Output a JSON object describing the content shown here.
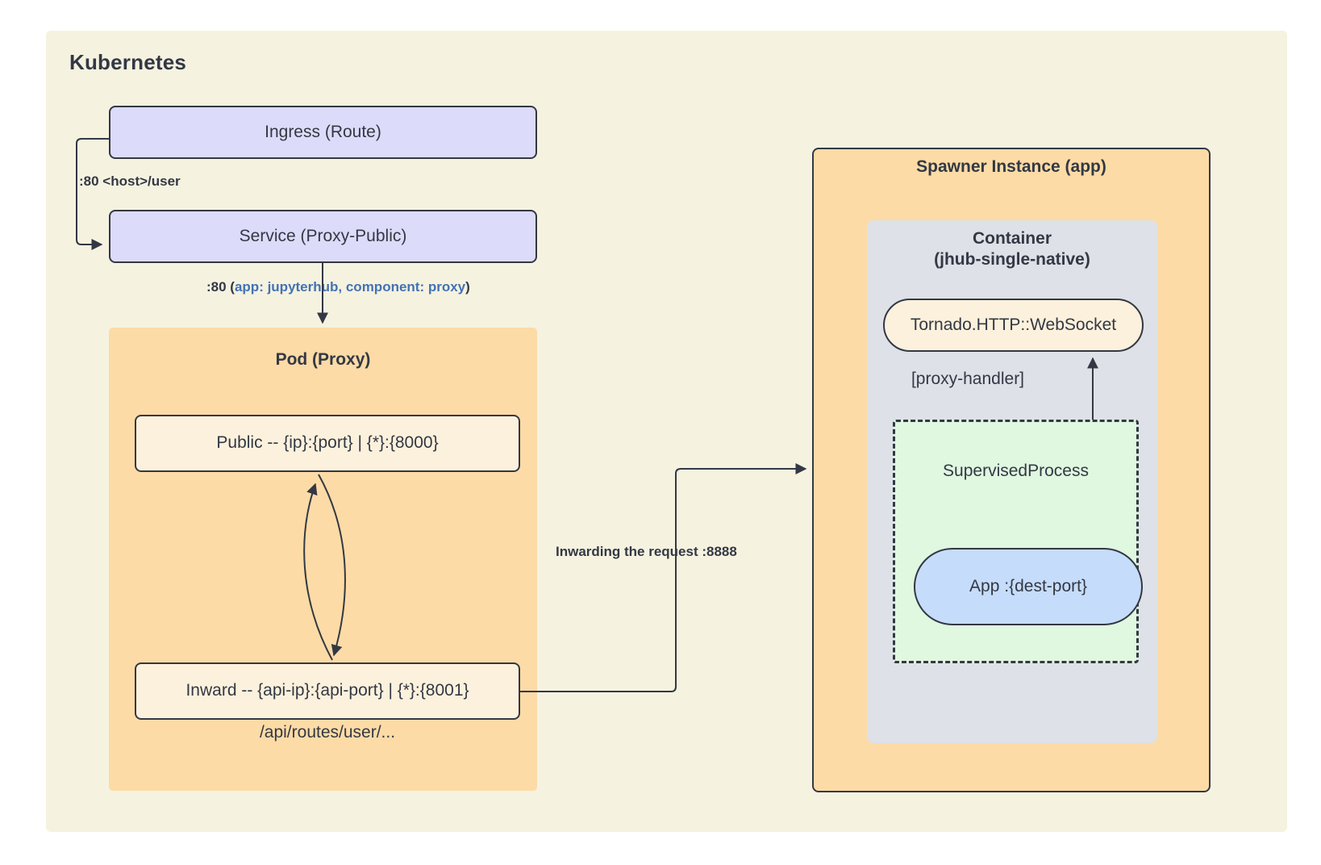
{
  "diagram": {
    "title": "Kubernetes",
    "regions": {
      "kubernetes": {
        "label": "Kubernetes",
        "fill": "#F5F2E0"
      },
      "pod_proxy": {
        "label": "Pod (Proxy)",
        "fill": "#FCDBA6"
      },
      "spawner": {
        "label": "Spawner Instance (app)",
        "fill": "#FCDBA6"
      },
      "container": {
        "label_line1": "Container",
        "label_line2": "(jhub-single-native)",
        "fill": "#DEE1E7"
      },
      "supervised": {
        "label": "SupervisedProcess",
        "fill": "#E0F7E0",
        "border": "dashed"
      }
    },
    "nodes": {
      "ingress": {
        "label": "Ingress (Route)",
        "fill": "#DDDBFA"
      },
      "service": {
        "label": "Service (Proxy-Public)",
        "fill": "#DDDBFA"
      },
      "public": {
        "label": "Public -- {ip}:{port} | {*}:{8000}",
        "fill": "#FCF1DC"
      },
      "inward": {
        "label": "Inward -- {api-ip}:{api-port} | {*}:{8001}",
        "fill": "#FCF1DC"
      },
      "api_routes": {
        "label": "/api/routes/user/..."
      },
      "tornado": {
        "label": "Tornado.HTTP::WebSocket",
        "fill": "#FCF1DC"
      },
      "app": {
        "label": "App :{dest-port}",
        "fill": "#C6DCFB"
      }
    },
    "edges": {
      "ingress_to_service": {
        "label": ":80 <host>/user"
      },
      "service_to_pod": {
        "label_prefix": ":80 (",
        "label_accent": "app: jupyterhub, component: proxy",
        "label_suffix": ")",
        "accent_color": "#4472B4"
      },
      "inward_to_spawner": {
        "label": "Inwarding the request :8888"
      },
      "supervised_to_tornado": {
        "label": "[proxy-handler]"
      }
    },
    "colors": {
      "stroke": "#333844",
      "page_background": "#FFFFFF"
    }
  }
}
